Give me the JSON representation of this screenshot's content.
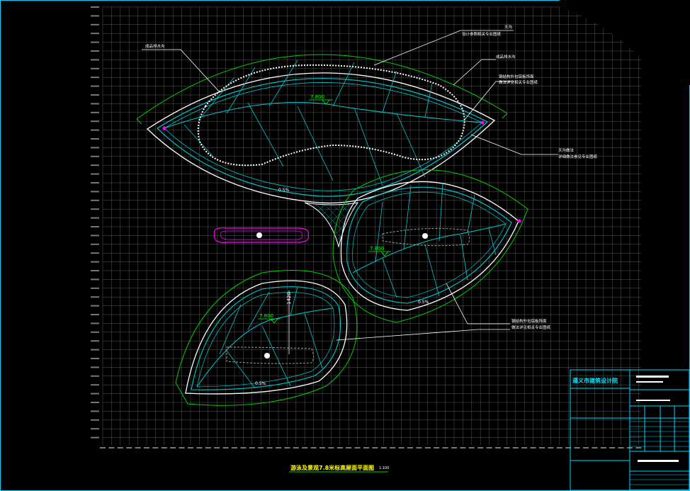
{
  "drawing": {
    "title": "游泳及景观7.8米标高屋面平面图",
    "scale": "1:100",
    "elevations": [
      "7.800",
      "7.800",
      "7.800"
    ],
    "dimension_1420": "1420",
    "slope_labels": [
      "0.5%",
      "0.5%",
      "0.5%"
    ]
  },
  "annotations": {
    "tl_left": "成品排水沟",
    "tl_top": "天沟",
    "tl_top_sub": "设计参照相关专业图纸",
    "tl_right1": "成品排水沟",
    "tl_right2": "钢结构外包铝板饰面",
    "tl_right2_sub": "做法详见相关专业图纸",
    "tl_right3": "天沟做法",
    "tl_right3_sub": "详细做法参见专业图纸",
    "br_note": "钢结构外包铝板饰面",
    "br_note_sub": "做法详见相关专业图纸"
  },
  "title_block": {
    "company": "遵义市建筑设计院"
  },
  "colors": {
    "grid": "#5a5a5a",
    "structure": "#00c8d0",
    "outline": "#ffffff",
    "dimension": "#00d000",
    "magenta": "#ff00ff",
    "frame": "#00d8ff"
  }
}
